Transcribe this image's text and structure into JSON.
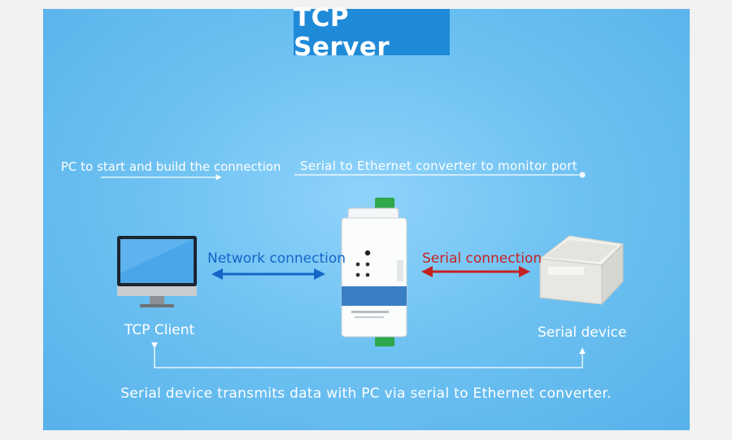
{
  "title": "TCP Server",
  "captions": {
    "pc_start": "PC to start and build the connection",
    "converter_monitor": "Serial to Ethernet converter to monitor port"
  },
  "nodes": {
    "client_label": "TCP Client",
    "device_label": "Serial device"
  },
  "links": {
    "network": "Network connection",
    "serial": "Serial connection"
  },
  "footer": "Serial device transmits data with PC via serial to Ethernet converter.",
  "colors": {
    "background": "#6fc2f2",
    "title_bg": "#1f8ad8",
    "network_arrow": "#1566c8",
    "serial_arrow": "#c62222",
    "line": "#ffffff"
  },
  "icons": [
    "monitor-icon",
    "converter-device-icon",
    "printer-icon"
  ]
}
